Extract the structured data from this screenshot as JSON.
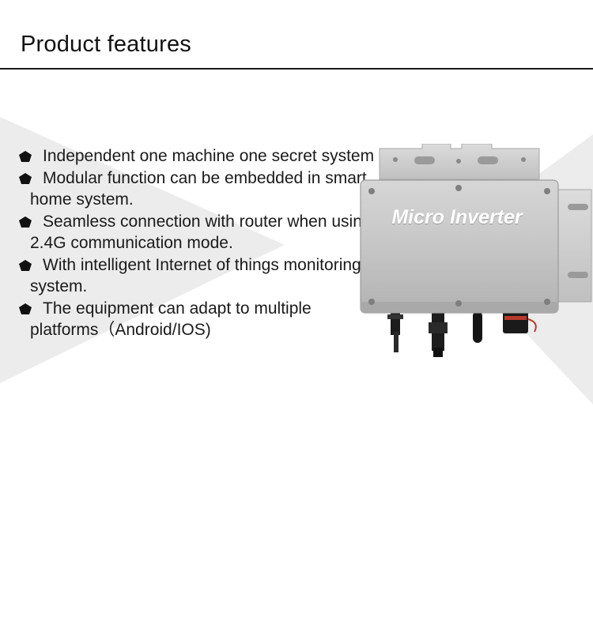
{
  "page": {
    "title": "Product features"
  },
  "features": [
    {
      "line1": "Independent one machine one secret system",
      "cont": ""
    },
    {
      "line1": "Modular function can be embedded in smart",
      "cont": "home system."
    },
    {
      "line1": "Seamless connection with router when using",
      "cont": "2.4G communication mode."
    },
    {
      "line1": "With intelligent Internet of things monitoring",
      "cont": "system."
    },
    {
      "line1": "The equipment can adapt to multiple",
      "cont": "platforms（Android/IOS)"
    }
  ],
  "product": {
    "label": "Micro Inverter",
    "image": "micro-inverter-device-photo"
  },
  "colors": {
    "background": "#ffffff",
    "decor": "#ececec",
    "device_body": "#c9c9c9",
    "device_text": "#ffffff",
    "rule": "#1a1a1a"
  }
}
